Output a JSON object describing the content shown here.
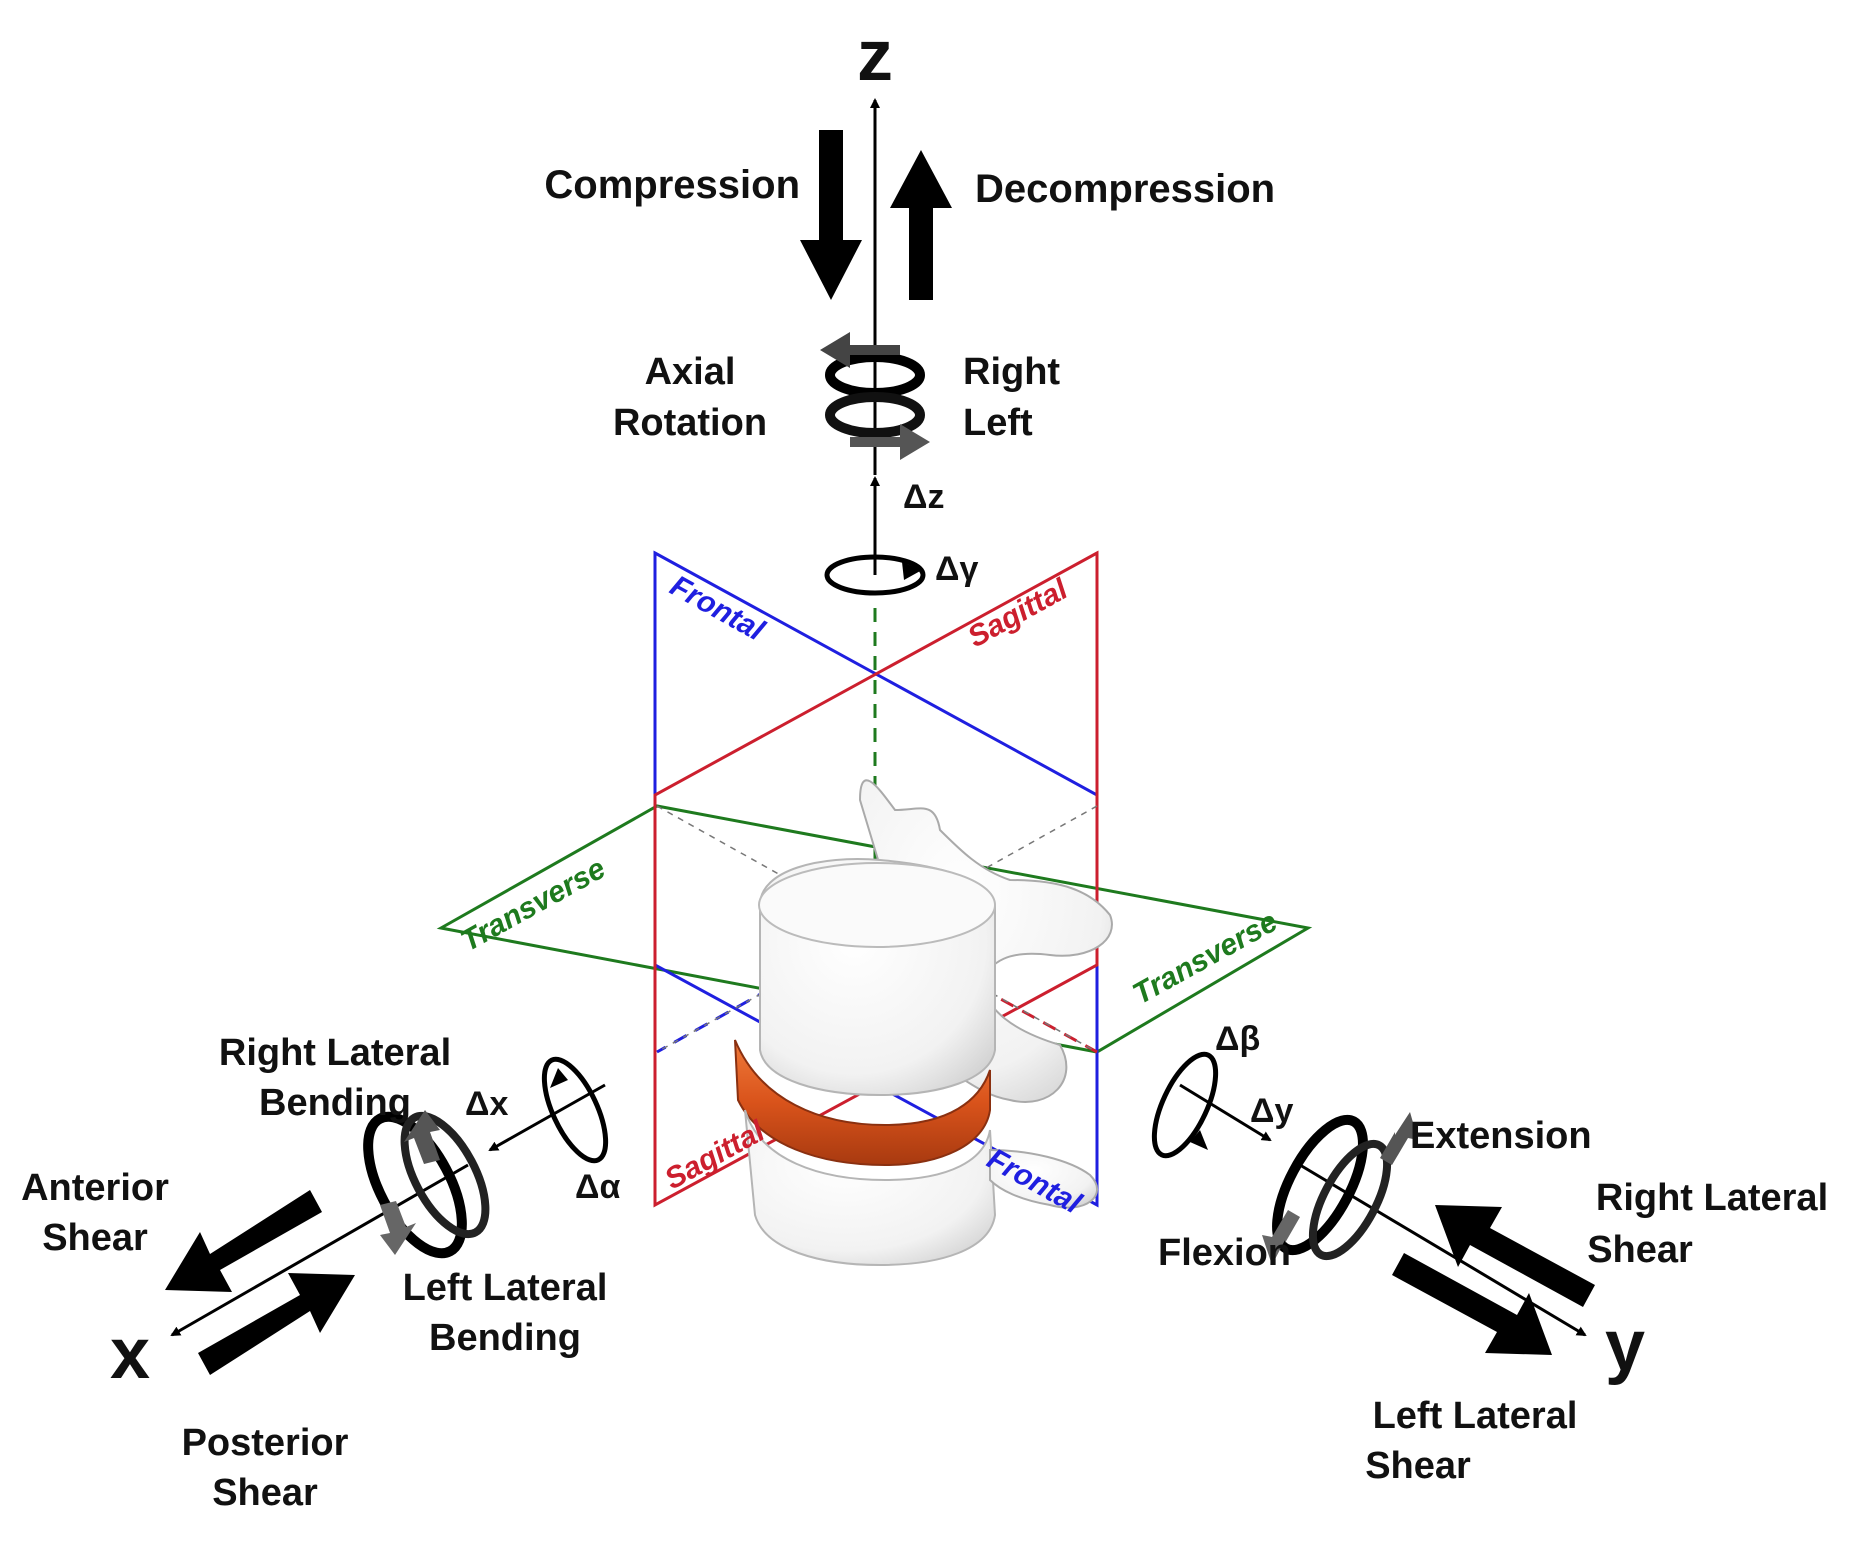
{
  "axes": {
    "z": "z",
    "x": "x",
    "y": "y",
    "dz": "Δz",
    "dx": "Δx",
    "dy": "Δy",
    "dgamma": "Δγ",
    "dalpha": "Δα",
    "dbeta": "Δβ"
  },
  "z_axis": {
    "compression": "Compression",
    "decompression": "Decompression",
    "rotation_line1": "Axial",
    "rotation_line2": "Rotation",
    "right": "Right",
    "left": "Left"
  },
  "x_axis": {
    "right_bend_1": "Right Lateral",
    "right_bend_2": "Bending",
    "left_bend_1": "Left Lateral",
    "left_bend_2": "Bending",
    "anterior_1": "Anterior",
    "anterior_2": "Shear",
    "posterior_1": "Posterior",
    "posterior_2": "Shear"
  },
  "y_axis": {
    "extension": "Extension",
    "flexion": "Flexion",
    "right_shear_1": "Right Lateral",
    "right_shear_2": "Shear",
    "left_shear_1": "Left Lateral",
    "left_shear_2": "Shear"
  },
  "planes": {
    "frontal": "Frontal",
    "sagittal": "Sagittal",
    "transverse": "Transverse"
  },
  "colors": {
    "frontal": "#1f1fe0",
    "sagittal": "#cc1f2e",
    "transverse": "#1e7a1e",
    "disc": "#d9531b",
    "ink": "#000000"
  }
}
